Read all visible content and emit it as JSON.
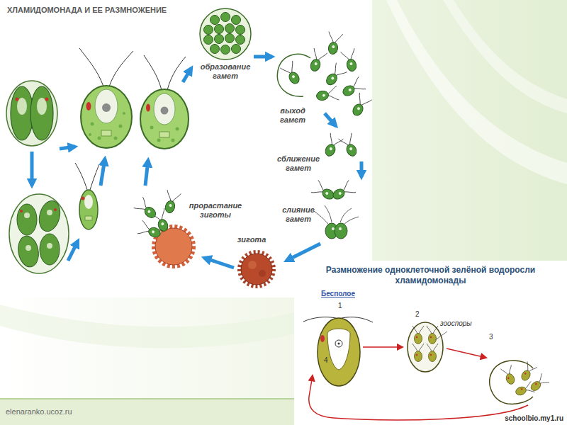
{
  "diagram": {
    "title": "ХЛАМИДОМОНАДА И ЕЕ РАЗМНОЖЕНИЕ",
    "nodes": [
      {
        "text": [
          "Размножение одноклеточной зелёной водоросли хламидомонады",
          "Бесполое"
        ]
      }
    ],
    "labels": [
      "образование гамет",
      "выход гамет",
      "сближение гамет",
      "слияние гамет",
      "прорастание зиготы",
      "зигота",
      "elenaranko.ucoz.ru",
      "1",
      "2",
      "3",
      "4",
      "зооспоры",
      "schoolbio.my1.ru"
    ]
  }
}
